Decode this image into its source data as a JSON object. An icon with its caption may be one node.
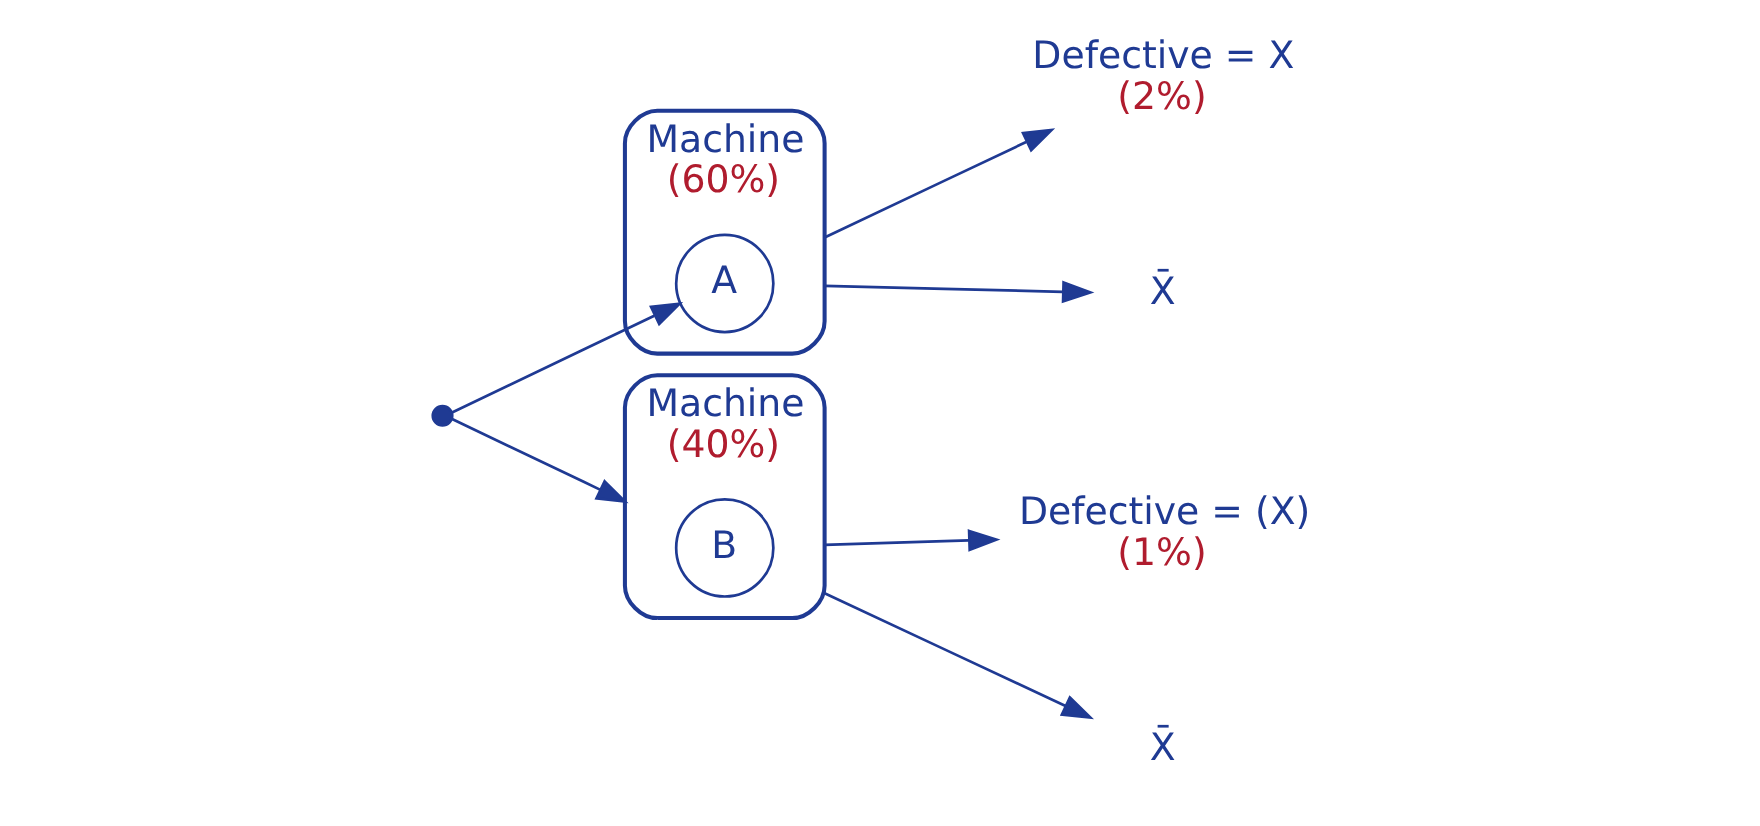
{
  "diagram": {
    "nodes": [
      {
        "text": [],
        "shape": "circle"
      },
      {
        "text": [
          "Machine",
          "(60%)"
        ]
      },
      {
        "text": [
          "A"
        ],
        "in": 1
      },
      {
        "text": [
          "Machine",
          "(40%)"
        ]
      },
      {
        "text": [
          "B"
        ],
        "in": 3
      },
      {
        "text": [
          "Defective = X",
          "(2%)"
        ]
      },
      {
        "text": [
          "X̄"
        ]
      },
      {
        "text": [
          "Defective = (X)",
          "(1%)"
        ]
      },
      {
        "text": [
          "X̄"
        ]
      }
    ],
    "edges": [
      {
        "from": 0,
        "to": 2,
        "arrow": "to"
      },
      {
        "from": 0,
        "to": 3,
        "arrow": "to"
      },
      {
        "from": 1,
        "to": 5,
        "arrow": "to"
      },
      {
        "from": 1,
        "to": 6,
        "arrow": "to"
      },
      {
        "from": 3,
        "to": 7,
        "arrow": "to"
      },
      {
        "from": 3,
        "to": 8,
        "arrow": "to"
      }
    ]
  }
}
